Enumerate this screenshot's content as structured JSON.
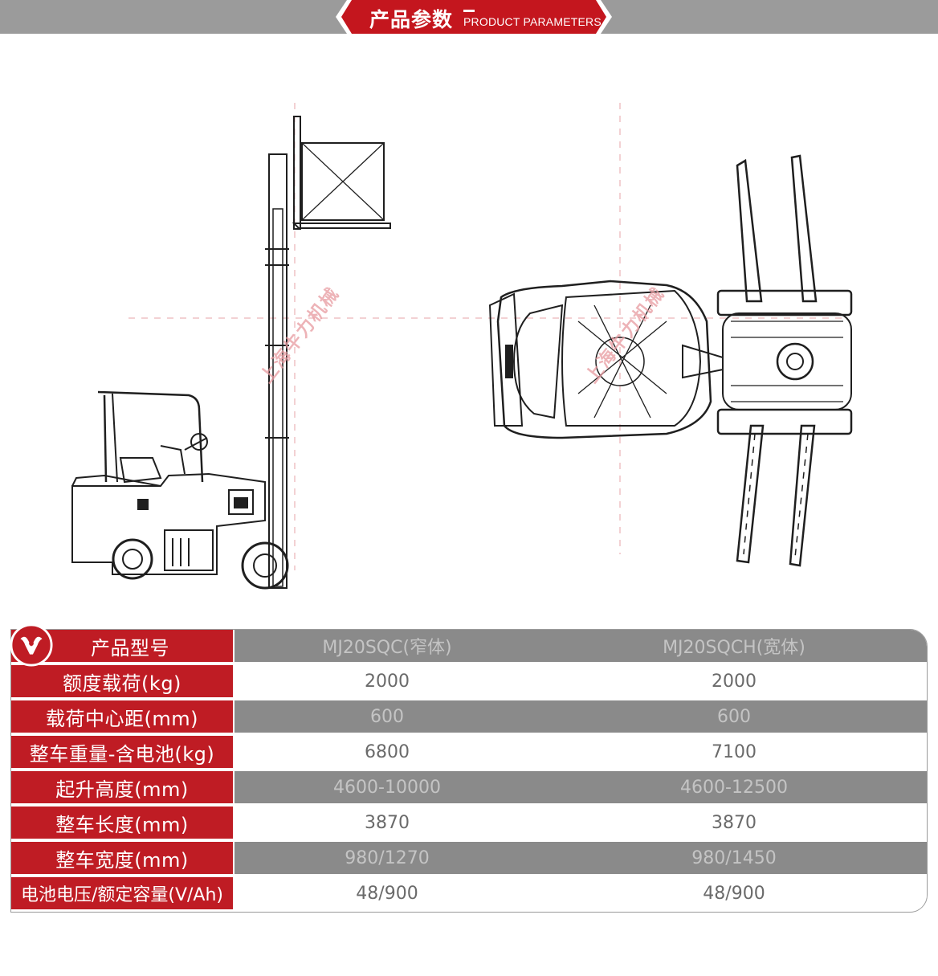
{
  "header": {
    "title": "产品参数",
    "subtitle": "PRODUCT PARAMETERS"
  },
  "watermark": {
    "text_left": "上海牛力机械",
    "text_right": "上海牛力机械"
  },
  "spec_table": {
    "header": {
      "label": "产品型号",
      "model_1": "MJ20SQC(窄体)",
      "model_2": "MJ20SQCH(宽体)"
    },
    "rows": [
      {
        "label": "额度载荷(kg)",
        "model_1": "2000",
        "model_2": "2000"
      },
      {
        "label": "载荷中心距(mm)",
        "model_1": "600",
        "model_2": "600"
      },
      {
        "label": "整车重量-含电池(kg)",
        "model_1": "6800",
        "model_2": "7100"
      },
      {
        "label": "起升高度(mm)",
        "model_1": "4600-10000",
        "model_2": "4600-12500"
      },
      {
        "label": "整车长度(mm)",
        "model_1": "3870",
        "model_2": "3870"
      },
      {
        "label": "整车宽度(mm)",
        "model_1": "980/1270",
        "model_2": "980/1450"
      },
      {
        "label": "电池电压/额定容量(V/Ah)",
        "model_1": "48/900",
        "model_2": "48/900"
      }
    ]
  },
  "colors": {
    "brand_red": "#bf1c24",
    "banner_grey": "#9b9b9b",
    "row_grey": "#8a8a8a"
  }
}
